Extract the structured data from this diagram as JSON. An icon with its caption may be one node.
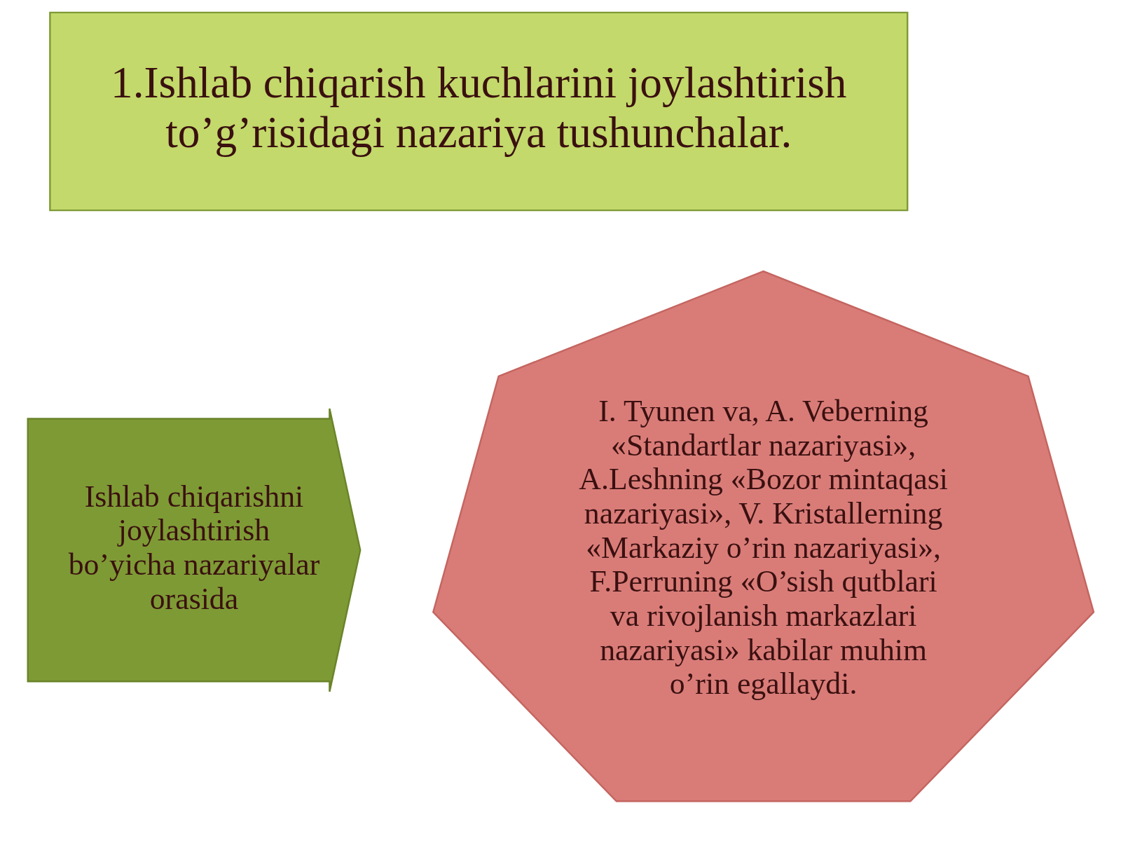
{
  "diagram": {
    "nodes": [
      {
        "text": [
          "1.Ishlab chiqarish kuchlarini joylashtirish to’g’risidagi nazariya tushunchalar."
        ]
      },
      {
        "text": [
          "Ishlab chiqarishni joylashtirish bo’yicha nazariyalar orasida"
        ]
      },
      {
        "text": [
          "I. Tyunen va, A. Veberning «Standartlar nazariyasi», A.Leshning «Bozor mintaqasi nazariyasi», V. Kristallerning «Markaziy o’rin nazariyasi», F.Perruning «O’sish qutblari va rivojlanish markazlari nazariyasi» kabilar muhim o’rin egallaydi."
        ]
      }
    ]
  }
}
